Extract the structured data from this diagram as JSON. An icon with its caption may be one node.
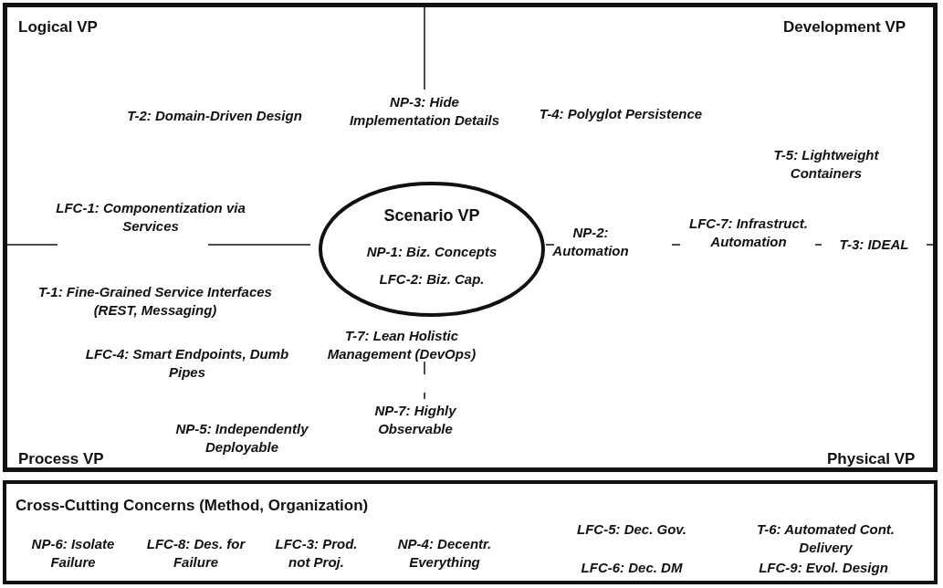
{
  "diagram": {
    "nodes": [
      {
        "text": [
          "Logical VP",
          "Development VP",
          "Process VP",
          "Physical VP"
        ]
      },
      {
        "text": [
          "Scenario VP",
          "NP-1: Biz. Concepts",
          "LFC-2: Biz. Cap."
        ],
        "in": 0
      },
      {
        "text": [
          "Cross-Cutting Concerns (Method, Organization)",
          "NP-6: Isolate Failure",
          "LFC-8: Des. for Failure",
          "LFC-3: Prod. not Proj.",
          "NP-4: Decentr. Everything",
          "LFC-5: Dec. Gov.",
          "LFC-6: Dec. DM",
          "T-6: Automated Cont. Delivery",
          "LFC-9: Evol. Design"
        ]
      }
    ],
    "edges": [],
    "labels": [
      "NP-3: Hide Implementation Details",
      "T-2: Domain-Driven Design",
      "T-4: Polyglot Persistence",
      "T-5: Lightweight Containers",
      "LFC-1: Componentization via Services",
      "NP-2: Automation",
      "LFC-7: Infrastruct. Automation",
      "T-3: IDEAL",
      "T-1: Fine-Grained Service Interfaces (REST, Messaging)",
      "T-7: Lean Holistic Management (DevOps)",
      "LFC-4: Smart Endpoints, Dumb Pipes",
      "NP-7: Highly Observable",
      "NP-5: Independently Deployable"
    ]
  }
}
